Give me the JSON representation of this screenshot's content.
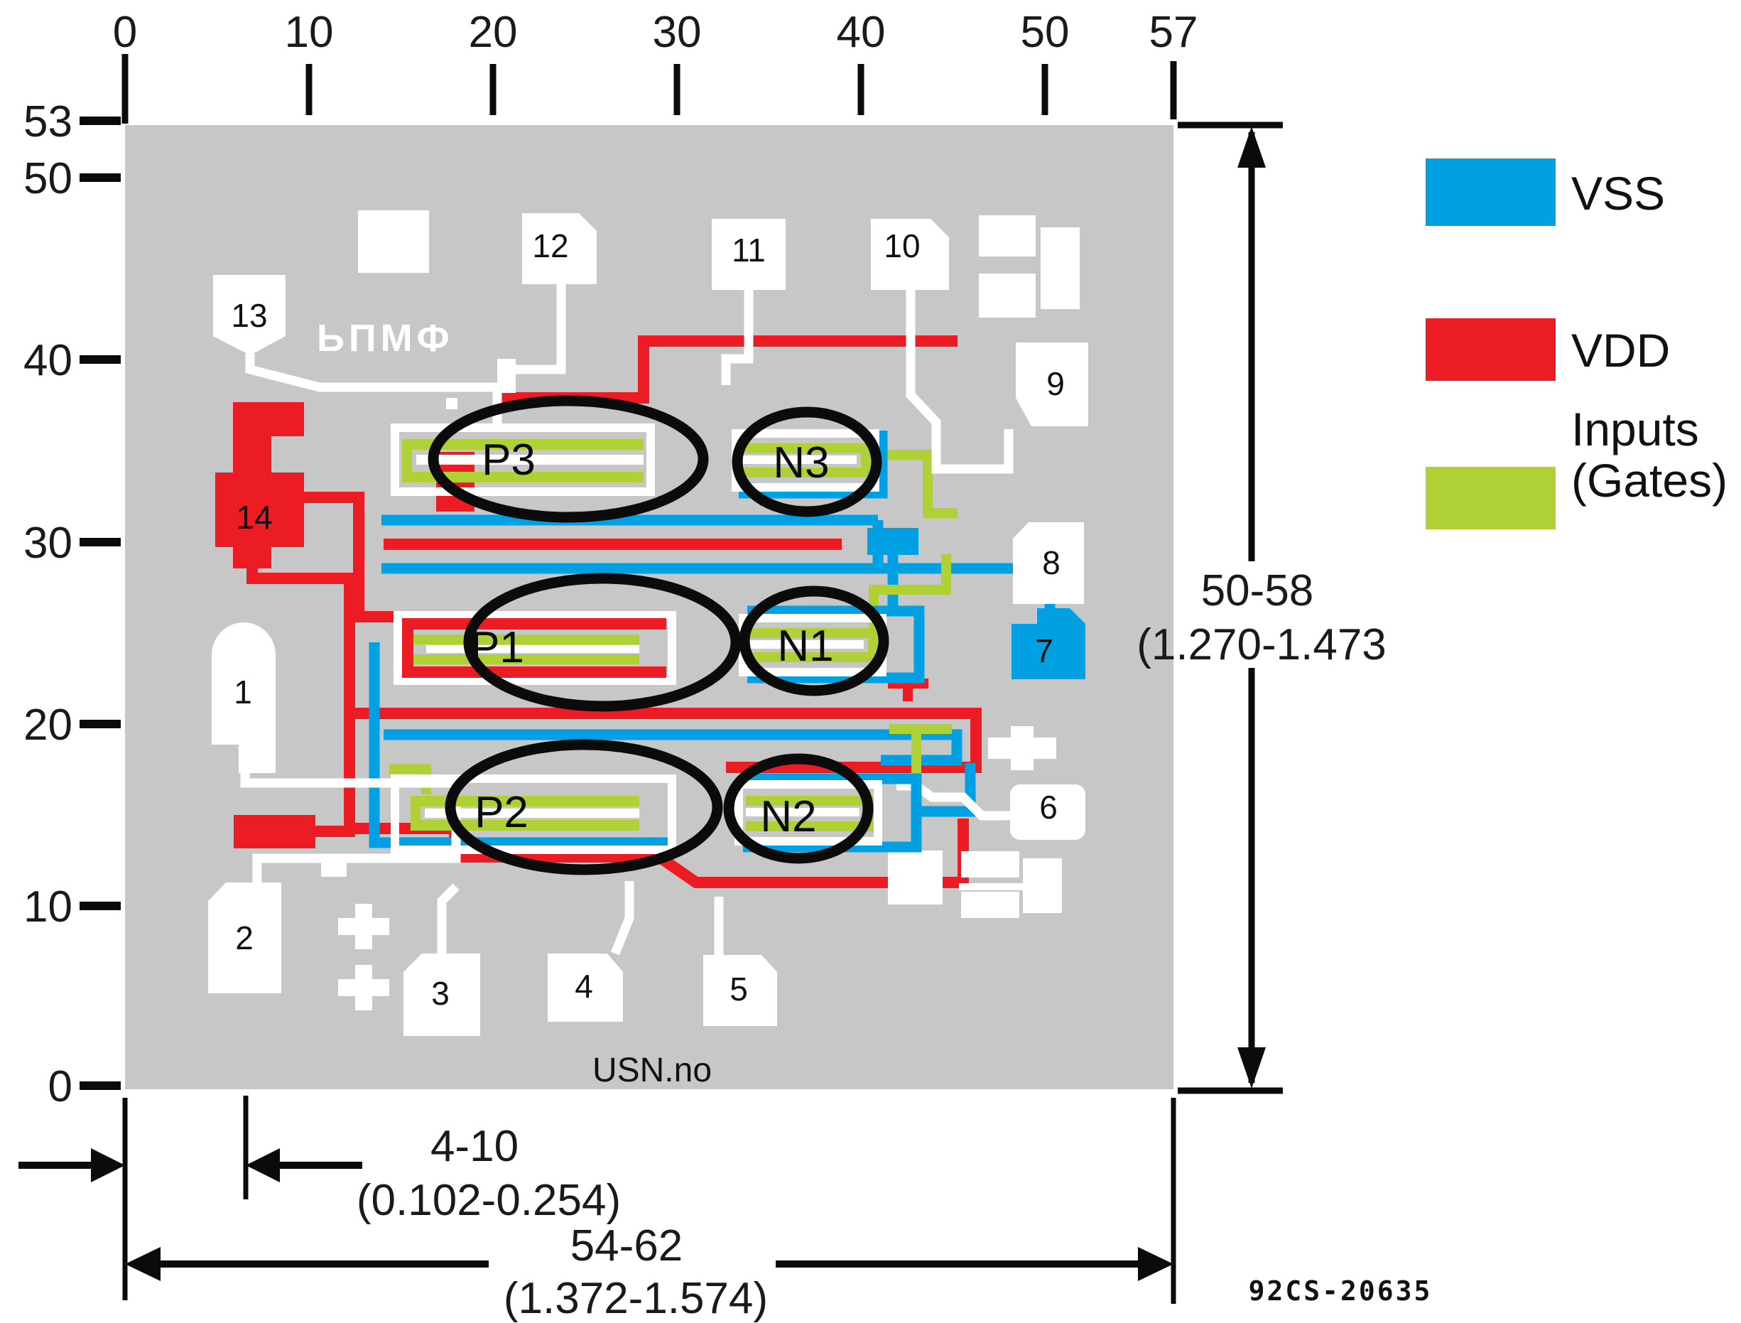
{
  "figure": {
    "number": "92CS-20635",
    "watermark": "USN.no",
    "mask_text": "ЬПМФ"
  },
  "legend": {
    "items": [
      {
        "id": "vss",
        "label": "VSS",
        "color": "#00A0E3"
      },
      {
        "id": "vdd",
        "label": "VDD",
        "color": "#EC1C24"
      },
      {
        "id": "inputs",
        "label": "Inputs",
        "label2": "(Gates)",
        "color": "#AFD135"
      }
    ]
  },
  "rulers": {
    "top": {
      "labels": [
        "0",
        "10",
        "20",
        "30",
        "40",
        "50",
        "57"
      ]
    },
    "left": {
      "labels": [
        "53",
        "50",
        "40",
        "30",
        "20",
        "10",
        "0"
      ]
    }
  },
  "dimensions": {
    "height": {
      "value": "50-58",
      "alt": "(1.270-1.473"
    },
    "pad_offset": {
      "value": "4-10",
      "alt": "(0.102-0.254)"
    },
    "width": {
      "value": "54-62",
      "alt": "(1.372-1.574)"
    }
  },
  "die": {
    "background": "#C7C7C7",
    "pads": [
      {
        "label": "1"
      },
      {
        "label": "2"
      },
      {
        "label": "3"
      },
      {
        "label": "4"
      },
      {
        "label": "5"
      },
      {
        "label": "6"
      },
      {
        "label": "7"
      },
      {
        "label": "8"
      },
      {
        "label": "9"
      },
      {
        "label": "10"
      },
      {
        "label": "11"
      },
      {
        "label": "12"
      },
      {
        "label": "13"
      },
      {
        "label": "14"
      }
    ],
    "transistors": [
      {
        "label": "P3"
      },
      {
        "label": "N3"
      },
      {
        "label": "P1"
      },
      {
        "label": "N1"
      },
      {
        "label": "P2"
      },
      {
        "label": "N2"
      }
    ]
  }
}
